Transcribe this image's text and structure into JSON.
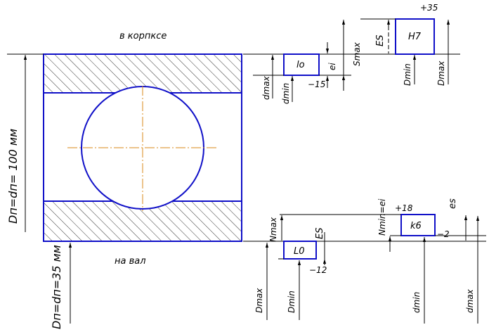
{
  "labels": {
    "housing": "в корпксе",
    "shaft": "на вал",
    "outer_diameter": "Dп=dп= 100 мм",
    "inner_diameter": "Dп=dп=35 мм"
  },
  "housing_fit": {
    "bearing_field": "lo",
    "housing_field": "H7",
    "upper_dev_housing": "+35",
    "lower_dev_bearing": "−15",
    "es_label": "ES",
    "ei_label": "ei",
    "smax_label": "Smax",
    "dmax_label": "dmax",
    "dmin_label": "dmin",
    "Dmin_label": "Dmin",
    "Dmax_label": "Dmax"
  },
  "shaft_fit": {
    "bearing_field": "L0",
    "shaft_field": "k6",
    "upper_dev_shaft": "+18",
    "lower_dev_shaft": "−2",
    "lower_dev_bearing": "−12",
    "es_label": "ES",
    "es_shaft_label": "es",
    "nmax_label": "Nmax",
    "nmin_label": "Nmin=ei",
    "Dmax_label": "Dmax",
    "Dmin_label": "Dmin",
    "dmin_label": "dmin",
    "dmax_label": "dmax"
  },
  "colors": {
    "outline": "#1010c8",
    "axis": "#d88a1a",
    "dimension": "#000000"
  }
}
